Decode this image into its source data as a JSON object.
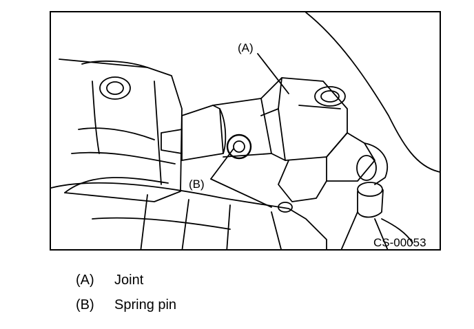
{
  "figure": {
    "callouts": {
      "a": "(A)",
      "b": "(B)"
    },
    "code": "CS-00053"
  },
  "legend": [
    {
      "key": "(A)",
      "label": "Joint"
    },
    {
      "key": "(B)",
      "label": "Spring pin"
    }
  ]
}
